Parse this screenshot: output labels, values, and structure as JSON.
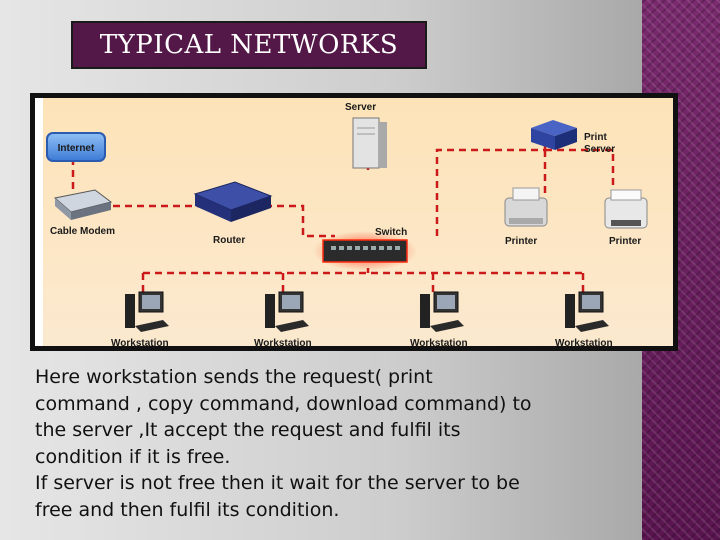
{
  "title": "TYPICAL NETWORKS",
  "diagram": {
    "labels": {
      "internet": "Internet",
      "cable_modem": "Cable Modem",
      "router": "Router",
      "server": "Server",
      "switch": "Switch",
      "print_server": "Print\nServer",
      "printer_1": "Printer",
      "printer_2": "Printer",
      "workstation_1": "Workstation",
      "workstation_2": "Workstation",
      "workstation_3": "Workstation",
      "workstation_4": "Workstation"
    },
    "colors": {
      "background": "#fde6c2",
      "cable": "#cc1a1a"
    }
  },
  "body_text": "Here workstation sends the request( print\ncommand , copy command, download command) to\nthe server ,It accept the request and fulfil its\ncondition if it is free.\nIf server is not free then it wait for the server to be\nfree and then fulfil its condition."
}
